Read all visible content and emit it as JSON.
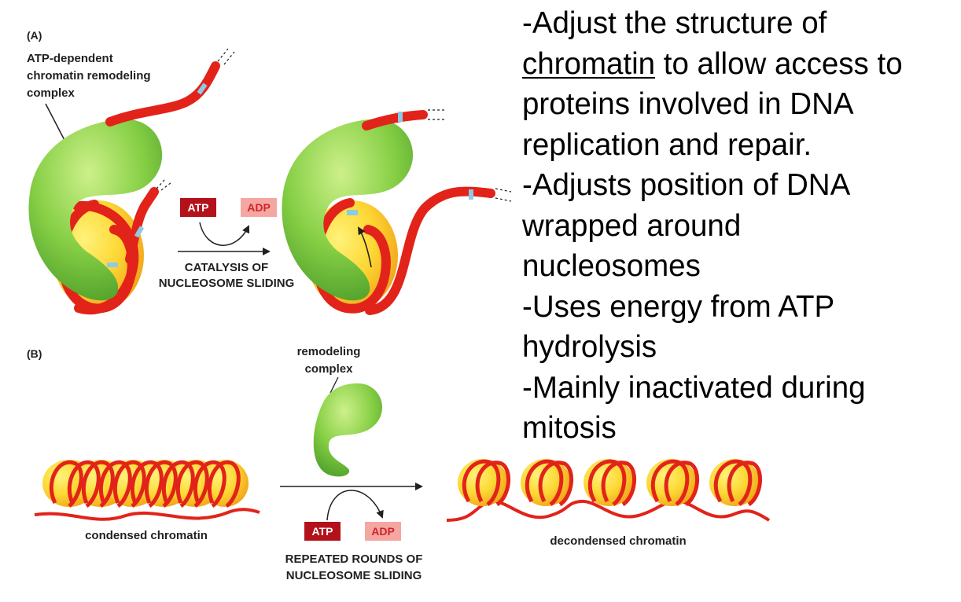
{
  "panel_a": {
    "letter": "(A)",
    "complex_label": [
      "ATP-dependent",
      "chromatin remodeling",
      "complex"
    ],
    "atp": "ATP",
    "adp": "ADP",
    "process_label": [
      "CATALYSIS OF",
      "NUCLEOSOME SLIDING"
    ]
  },
  "panel_b": {
    "letter": "(B)",
    "complex_label": [
      "remodeling",
      "complex"
    ],
    "condensed_label": "condensed chromatin",
    "decondensed_label": "decondensed chromatin",
    "atp": "ATP",
    "adp": "ADP",
    "process_label": [
      "REPEATED ROUNDS OF",
      "NUCLEOSOME SLIDING"
    ]
  },
  "bullets": {
    "b1_line1": "-Adjust the structure of",
    "b1_underlined": "chromatin",
    "b1_line2_rest": " to allow access to",
    "b1_line3": "proteins involved in DNA",
    "b1_line4": "replication and repair.",
    "b2_line1": "-Adjusts position of DNA",
    "b2_line2": "wrapped around",
    "b2_line3": "nucleosomes",
    "b3_line1": "-Uses energy from ATP",
    "b3_line2": "hydrolysis",
    "b4_line1": "-Mainly inactivated during",
    "b4_line2": "mitosis"
  },
  "colors": {
    "dna": "#e2231a",
    "complex": "#7ccb3c",
    "histone": "#fbc02d",
    "atp_box": "#b3121b",
    "adp_box": "#f4a7a0",
    "adp_text": "#d2232a",
    "accessible_mark": "#8ecae6"
  }
}
